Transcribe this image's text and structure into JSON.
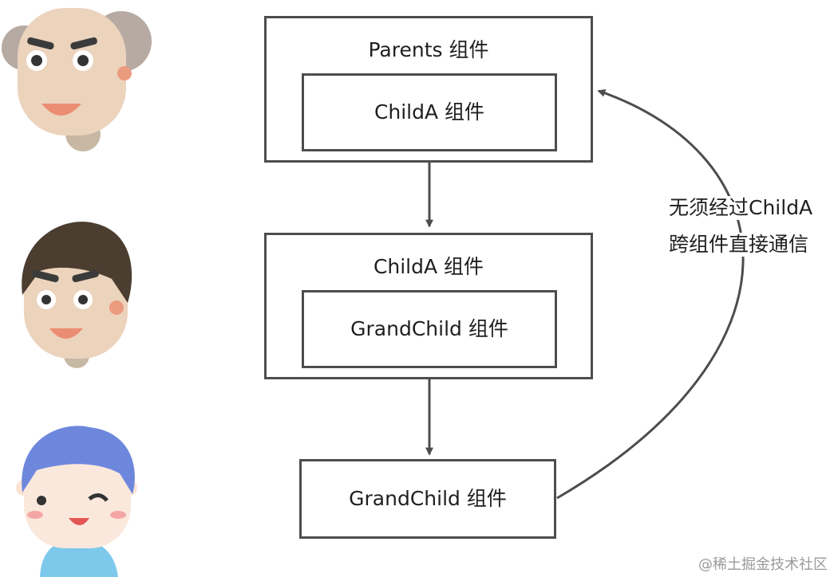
{
  "parents_box": {
    "title": "Parents 组件",
    "child_label": "ChildA 组件"
  },
  "childa_box": {
    "title": "ChildA 组件",
    "child_label": "GrandChild 组件"
  },
  "grandchild_box": {
    "title": "GrandChild 组件"
  },
  "annotation": {
    "line1": "无须经过ChildA",
    "line2": "跨组件直接通信"
  },
  "watermark": "@稀土掘金技术社区",
  "colors": {
    "stroke": "#4d4d4d",
    "text": "#1f1f1f"
  }
}
